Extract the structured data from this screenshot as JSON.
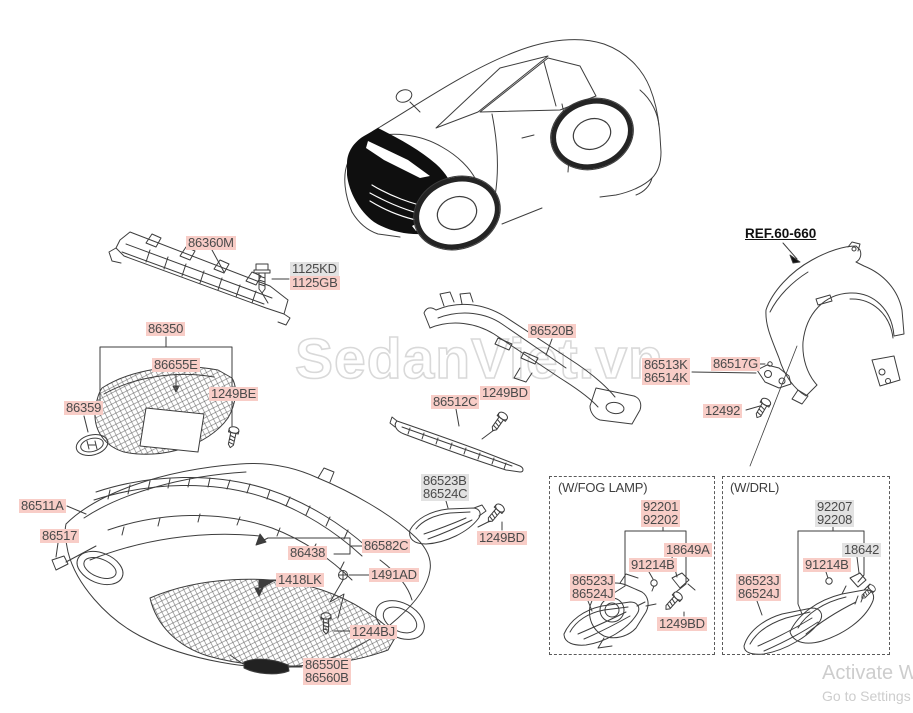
{
  "source": {
    "watermark": "SedanViet.vn"
  },
  "os_overlay": {
    "activate_line": "Activate W",
    "settings_line": "Go to Settings"
  },
  "colors": {
    "highlight_pink": "#f8cdc7",
    "highlight_gray": "#e2e2e2",
    "label_text": "#4a4a4a",
    "line_art": "#3d3d3d"
  },
  "diagram": {
    "ref_label": "REF.60-660",
    "fog_box_title": "(W/FOG LAMP)",
    "drl_box_title": "(W/DRL)",
    "labels": {
      "l86360M": "86360M",
      "l1125KD": "1125KD",
      "l1125GB": "1125GB",
      "l86350": "86350",
      "l86655E": "86655E",
      "l1249BE": "1249BE",
      "l86359": "86359",
      "l86511A": "86511A",
      "l86517": "86517",
      "l86520B": "86520B",
      "l86512C": "86512C",
      "l1249BD_grille": "1249BD",
      "l86513K": "86513K",
      "l86514K": "86514K",
      "l86517G": "86517G",
      "l12492": "12492",
      "l86523B": "86523B",
      "l86524C": "86524C",
      "l1249BD_cover": "1249BD",
      "l86438": "86438",
      "l86582C": "86582C",
      "l1418LK": "1418LK",
      "l1491AD": "1491AD",
      "l1244BJ": "1244BJ",
      "l86550E": "86550E",
      "l86560B": "86560B",
      "l92201": "92201",
      "l92202": "92202",
      "l18649A": "18649A",
      "l91214B_fog": "91214B",
      "l86523J_fog": "86523J",
      "l86524J_fog": "86524J",
      "l1249BD_fog": "1249BD",
      "l92207": "92207",
      "l92208": "92208",
      "l18642": "18642",
      "l91214B_drl": "91214B",
      "l86523J_drl": "86523J",
      "l86524J_drl": "86524J"
    }
  }
}
